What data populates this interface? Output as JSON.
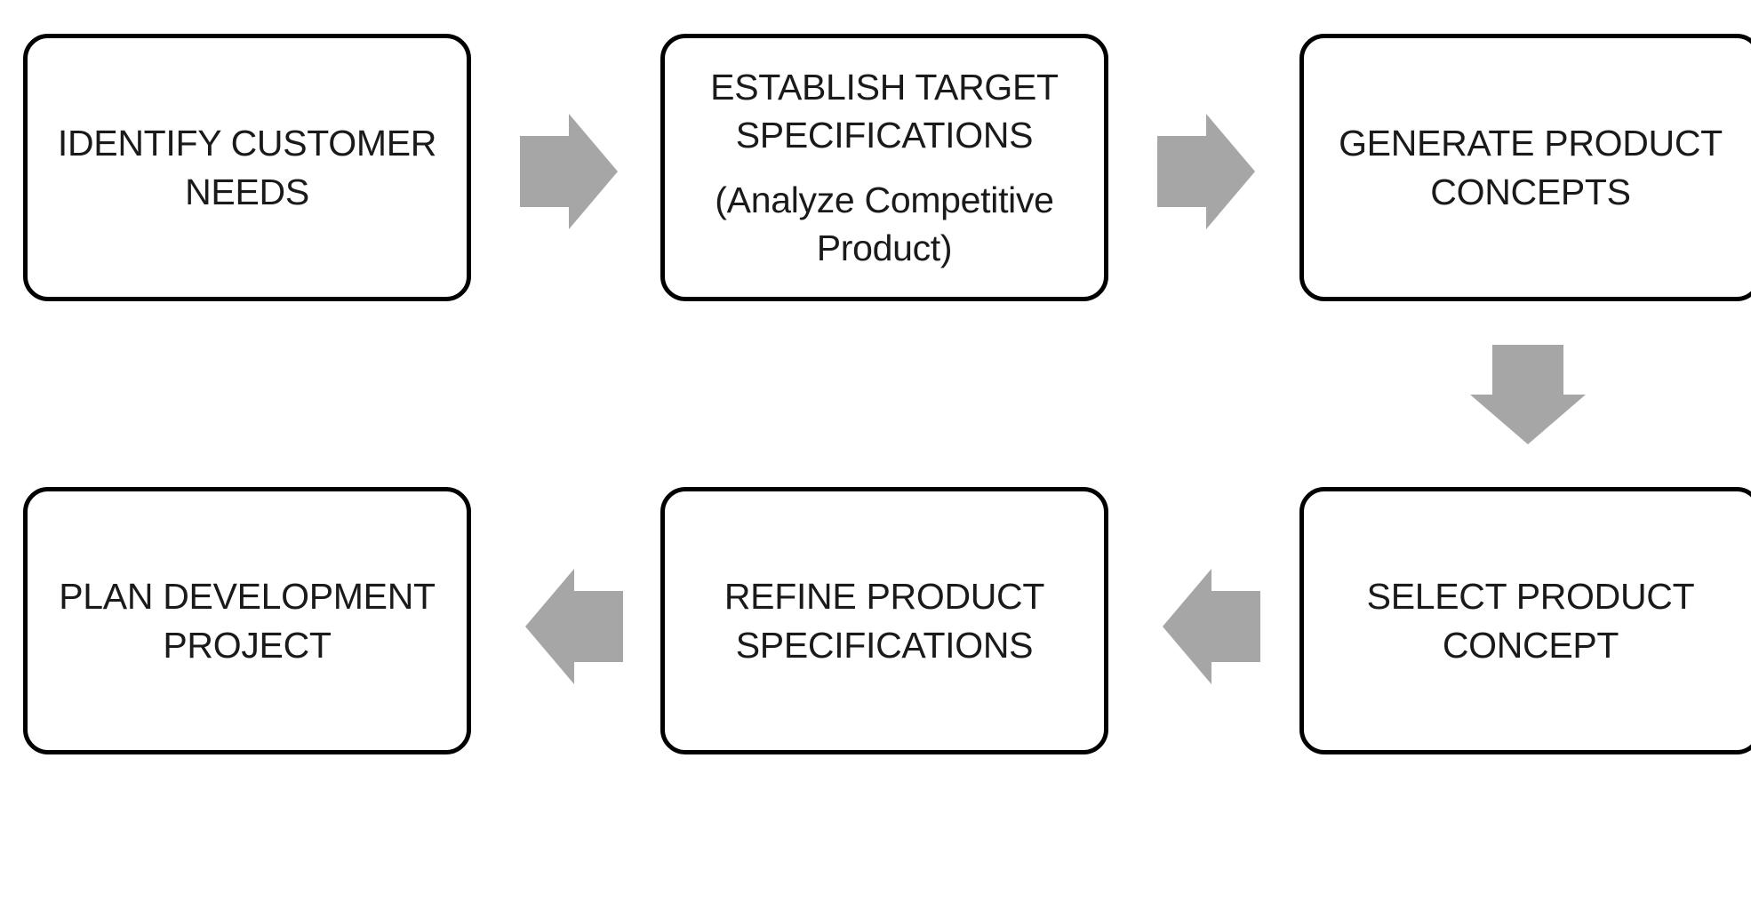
{
  "steps": [
    {
      "lines": [
        "IDENTIFY CUSTOMER",
        "NEEDS"
      ],
      "sub": []
    },
    {
      "lines": [
        "ESTABLISH TARGET",
        "SPECIFICATIONS"
      ],
      "sub": [
        "(Analyze Competitive",
        "Product)"
      ]
    },
    {
      "lines": [
        "GENERATE PRODUCT",
        "CONCEPTS"
      ],
      "sub": []
    },
    {
      "lines": [
        "SELECT PRODUCT",
        "CONCEPT"
      ],
      "sub": []
    },
    {
      "lines": [
        "REFINE PRODUCT",
        "SPECIFICATIONS"
      ],
      "sub": []
    },
    {
      "lines": [
        "PLAN DEVELOPMENT",
        "PROJECT"
      ],
      "sub": []
    }
  ],
  "colors": {
    "arrow": "#a6a6a6",
    "box_border": "#000000"
  }
}
